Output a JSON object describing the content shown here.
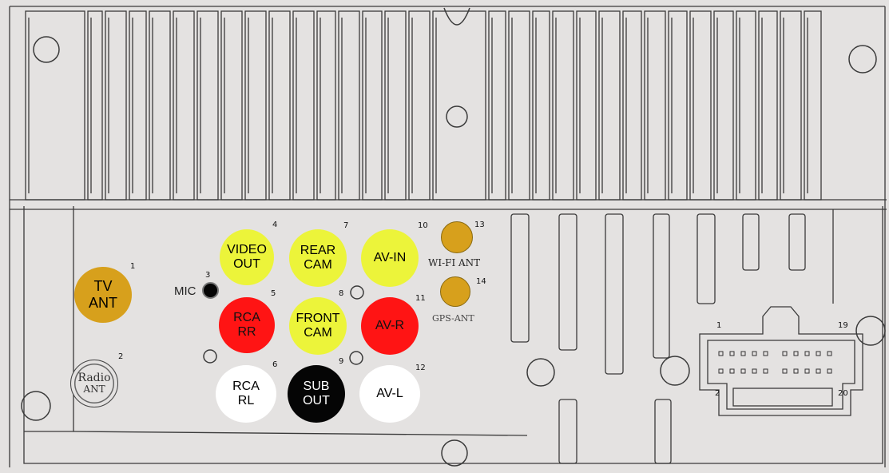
{
  "colors": {
    "panel": "#e4e2e1",
    "line": "#3a3a3a",
    "yellow": "#ecf43a",
    "red": "#ff1414",
    "white": "#ffffff",
    "black": "#050505",
    "antenna": "#d7a01c"
  },
  "connectors": [
    {
      "id": "tv-ant",
      "number": "1",
      "line1": "TV",
      "line2": "ANT",
      "fill": "antenna"
    },
    {
      "id": "radio-ant",
      "number": "2",
      "line1": "Radio",
      "line2": "ANT",
      "fill": "panel"
    },
    {
      "id": "mic",
      "number": "3",
      "label": "MIC",
      "fill": "black"
    },
    {
      "id": "video-out",
      "number": "4",
      "line1": "VIDEO",
      "line2": "OUT",
      "fill": "yellow"
    },
    {
      "id": "rca-rr",
      "number": "5",
      "line1": "RCA",
      "line2": "RR",
      "fill": "red"
    },
    {
      "id": "rca-rl",
      "number": "6",
      "line1": "RCA",
      "line2": "RL",
      "fill": "white"
    },
    {
      "id": "rear-cam",
      "number": "7",
      "line1": "REAR",
      "line2": "CAM",
      "fill": "yellow"
    },
    {
      "id": "front-cam",
      "number": "8",
      "line1": "FRONT",
      "line2": "CAM",
      "fill": "yellow"
    },
    {
      "id": "sub-out",
      "number": "9",
      "line1": "SUB",
      "line2": "OUT",
      "fill": "black"
    },
    {
      "id": "av-in",
      "number": "10",
      "line1": "AV-IN",
      "fill": "yellow"
    },
    {
      "id": "av-r",
      "number": "11",
      "line1": "AV-R",
      "fill": "red"
    },
    {
      "id": "av-l",
      "number": "12",
      "line1": "AV-L",
      "fill": "white"
    },
    {
      "id": "wifi-ant",
      "number": "13",
      "label": "WI-FI ANT",
      "fill": "antenna"
    },
    {
      "id": "gps-ant",
      "number": "14",
      "label": "GPS-ANT",
      "fill": "antenna"
    }
  ],
  "harness": {
    "pin_top_left": "1",
    "pin_top_right": "19",
    "pin_bottom_left": "2",
    "pin_bottom_right": "20"
  }
}
